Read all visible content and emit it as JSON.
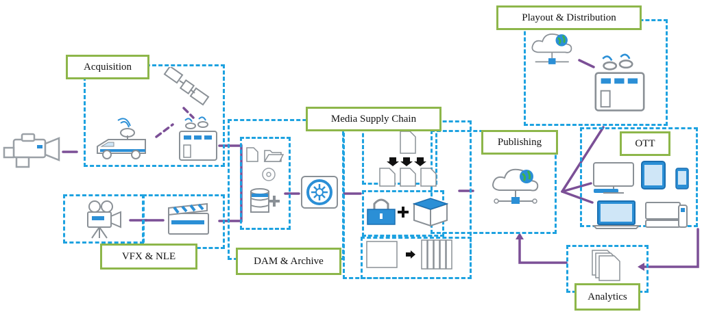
{
  "labels": {
    "acquisition": "Acquisition",
    "vfx_nle": "VFX & NLE",
    "dam_archive": "DAM & Archive",
    "media_supply_chain": "Media Supply Chain",
    "publishing": "Publishing",
    "playout_distribution": "Playout & Distribution",
    "ott": "OTT",
    "analytics": "Analytics"
  },
  "colors": {
    "box_border": "#1ea2e0",
    "label_border": "#8db64a",
    "flow_line": "#7b4f96",
    "icon_blue": "#2b8fd6",
    "icon_gray": "#9aa0a6"
  },
  "icons": [
    "camera-icon",
    "satellite-icon",
    "broadcast-van-icon",
    "broadcast-station-icon",
    "film-camera-icon",
    "clapperboard-icon",
    "document-icon",
    "folder-icon",
    "disc-icon",
    "database-icon",
    "vault-icon",
    "lock-icon",
    "box-icon",
    "cloud-icon",
    "monitor-icon",
    "tablet-icon",
    "phone-icon",
    "laptop-icon",
    "console-icon",
    "analytics-docs-icon"
  ]
}
